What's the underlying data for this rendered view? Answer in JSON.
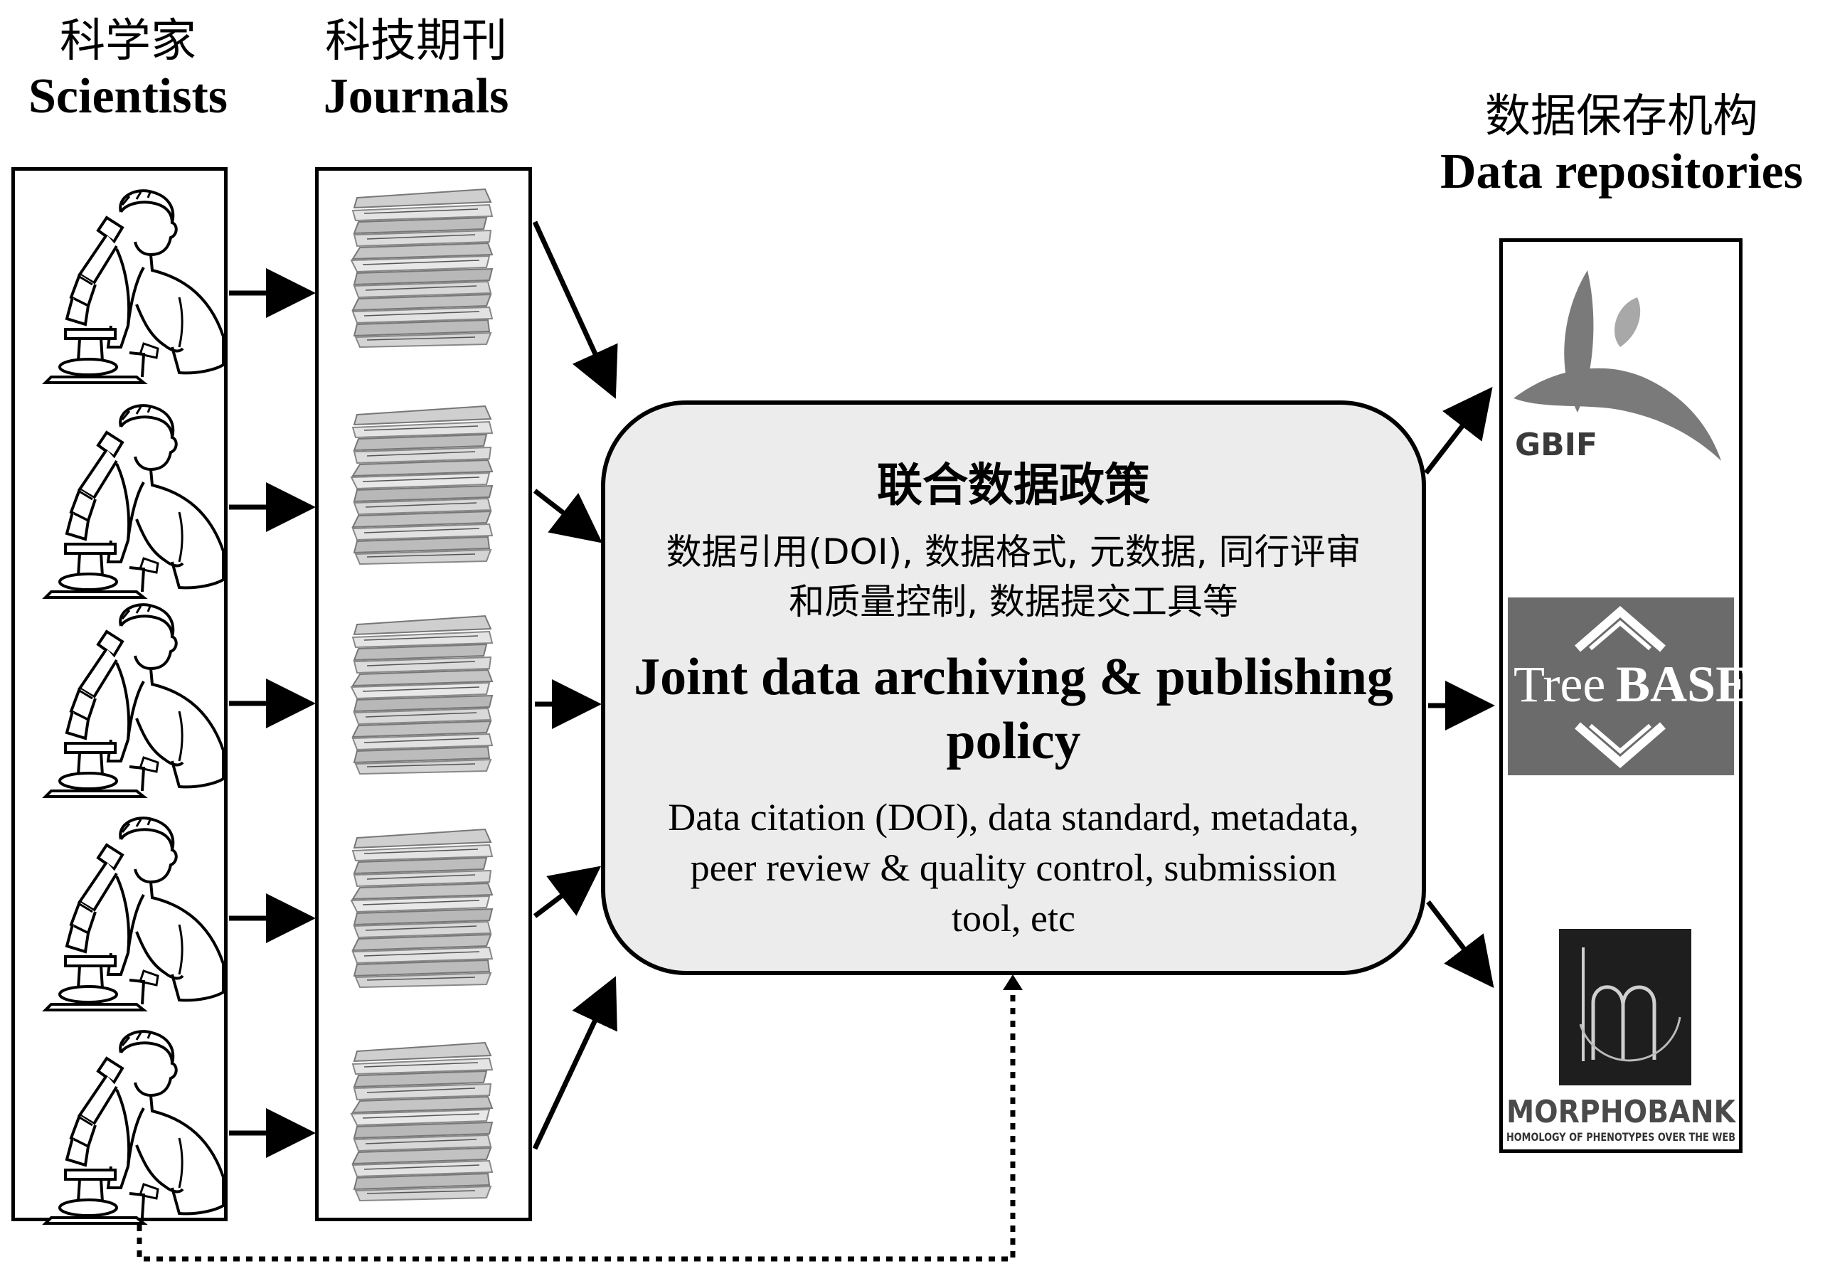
{
  "columns": {
    "scientists": {
      "title_zh": "科学家",
      "title_en": "Scientists",
      "count": 5
    },
    "journals": {
      "title_zh": "科技期刊",
      "title_en": "Journals",
      "count": 5
    },
    "repositories": {
      "title_zh": "数据保存机构",
      "title_en": "Data repositories"
    }
  },
  "policy": {
    "title_zh": "联合数据政策",
    "body_zh": "数据引用(DOI), 数据格式, 元数据, 同行评审和质量控制, 数据提交工具等",
    "title_en": "Joint data archiving & publishing policy",
    "body_en": "Data citation (DOI), data standard, metadata, peer review & quality control, submission tool, etc"
  },
  "repositories": [
    {
      "name": "GBIF",
      "label": "GBIF"
    },
    {
      "name": "TreeBASE",
      "label_a": "Tree",
      "label_b": "BASE"
    },
    {
      "name": "MorphoBank",
      "label": "MORPHOBANK",
      "tagline": "HOMOLOGY OF PHENOTYPES OVER THE WEB"
    }
  ],
  "colors": {
    "policy_fill": "#ececec",
    "gbif_leaf": "#7a7a7a",
    "treebase_bg": "#6b6b6b",
    "morphobank_bg": "#1e1e1e"
  }
}
